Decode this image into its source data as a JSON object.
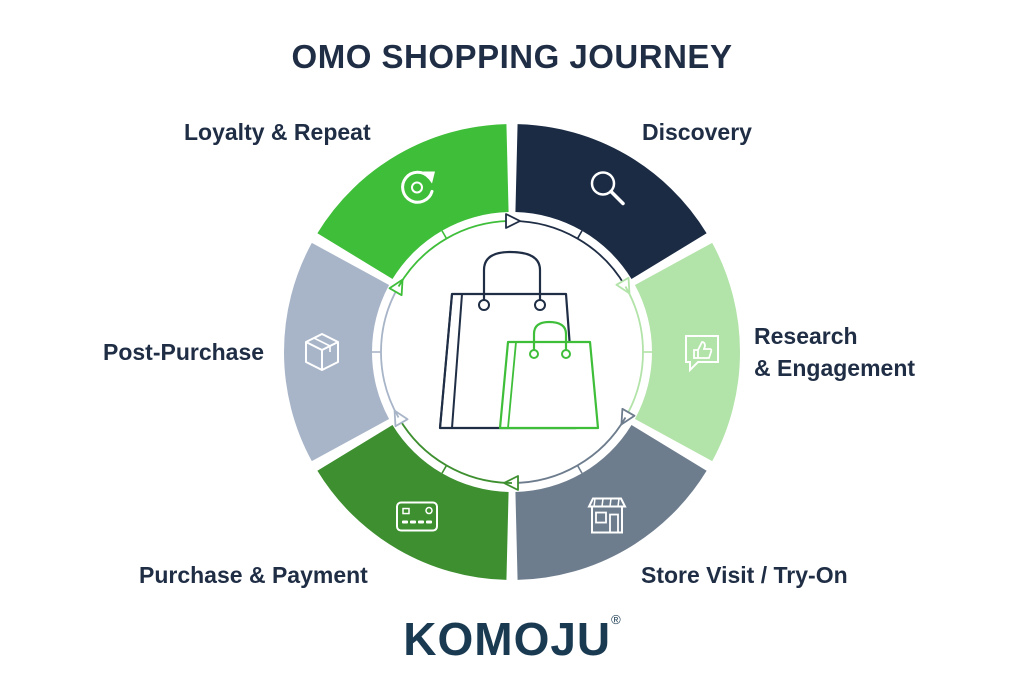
{
  "title": "OMO SHOPPING JOURNEY",
  "stages": [
    {
      "label": "Discovery",
      "icon": "magnifier-icon",
      "color": "#1b2b44"
    },
    {
      "label_line1": "Research",
      "label_line2": "& Engagement",
      "icon": "thumbs-up-chat-icon",
      "color": "#b2e3a8"
    },
    {
      "label": "Store Visit / Try-On",
      "icon": "storefront-icon",
      "color": "#6e7d8e"
    },
    {
      "label": "Purchase & Payment",
      "icon": "credit-card-icon",
      "color": "#3d8f2f"
    },
    {
      "label": "Post-Purchase",
      "icon": "package-box-icon",
      "color": "#a8b5c8"
    },
    {
      "label": "Loyalty & Repeat",
      "icon": "repeat-arrow-icon",
      "color": "#3fbe3a"
    }
  ],
  "center_icon": "shopping-bags-icon",
  "logo": {
    "text": "KOMOJU",
    "mark": "®"
  }
}
